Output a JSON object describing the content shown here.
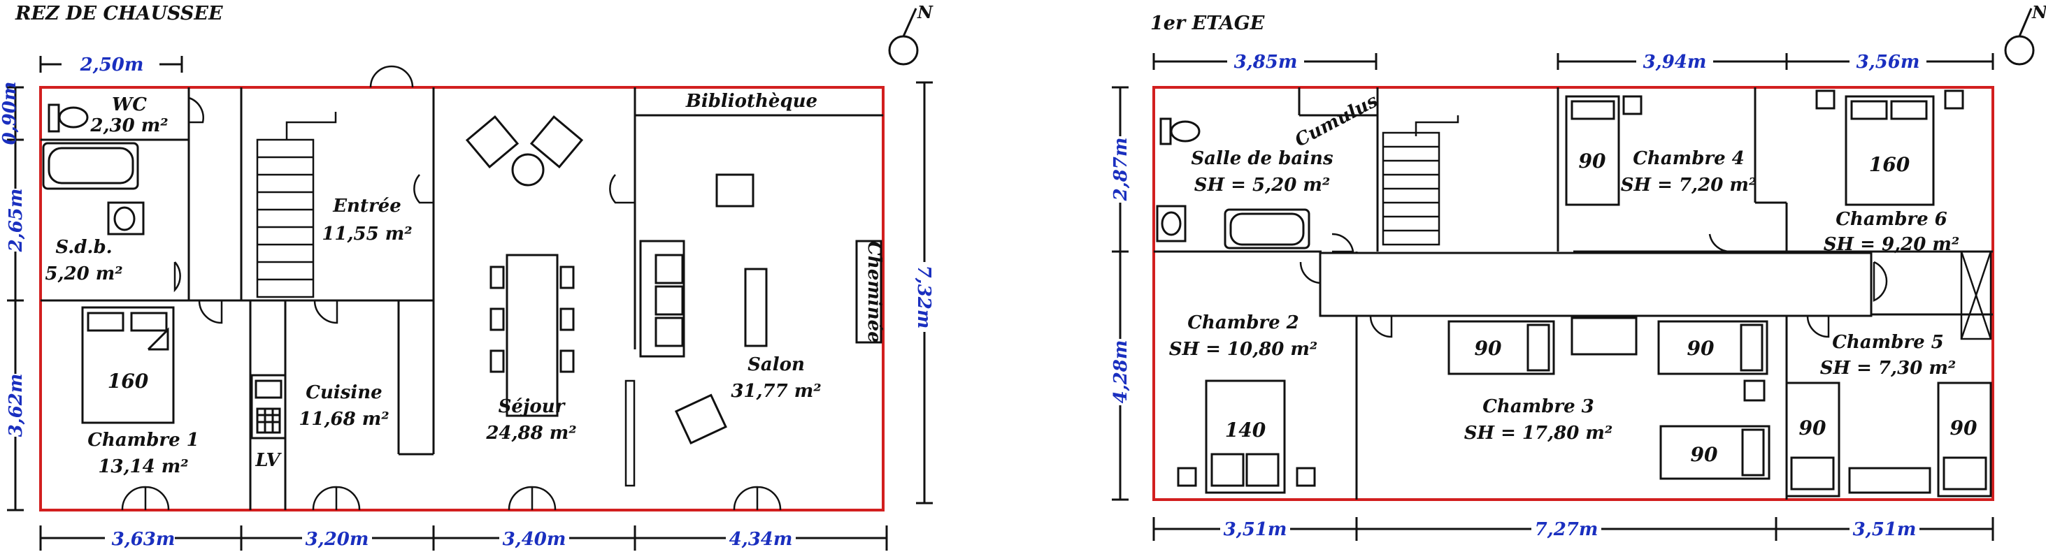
{
  "ground_floor": {
    "title": "REZ DE CHAUSSEE",
    "rooms": {
      "wc_name": "WC",
      "wc_area": "2,30 m²",
      "sdb_name": "S.d.b.",
      "sdb_area": "5,20 m²",
      "entree_name": "Entrée",
      "entree_area": "11,55 m²",
      "bibliotheque": "Bibliothèque",
      "cheminee": "Cheminée",
      "sejour_name": "Séjour",
      "sejour_area": "24,88 m²",
      "salon_name": "Salon",
      "salon_area": "31,77 m²",
      "cuisine_name": "Cuisine",
      "cuisine_area": "11,68 m²",
      "chambre1_name": "Chambre 1",
      "chambre1_area": "13,14 m²",
      "lv": "LV",
      "bed_160": "160"
    },
    "dimensions": {
      "top": "2,50m",
      "left_1": "0,90m",
      "left_2": "2,65m",
      "left_3": "3,62m",
      "right": "7,32m",
      "bottom_1": "3,63m",
      "bottom_2": "3,20m",
      "bottom_3": "3,40m",
      "bottom_4": "4,34m"
    }
  },
  "first_floor": {
    "title": "1er ETAGE",
    "rooms": {
      "cumulus": "Cumulus",
      "sdb_name": "Salle de bains",
      "sdb_area": "SH = 5,20 m²",
      "ch4_name": "Chambre 4",
      "ch4_area": "SH = 7,20 m²",
      "ch6_name": "Chambre 6",
      "ch6_area": "SH = 9,20 m²",
      "ch2_name": "Chambre 2",
      "ch2_area": "SH = 10,80 m²",
      "ch3_name": "Chambre 3",
      "ch3_area": "SH = 17,80 m²",
      "ch5_name": "Chambre 5",
      "ch5_area": "SH = 7,30 m²"
    },
    "beds": {
      "ch4": "90",
      "ch6": "160",
      "ch2": "140",
      "ch3_a": "90",
      "ch3_b": "90",
      "ch3_c": "90",
      "ch5_a": "90",
      "ch5_b": "90"
    },
    "dimensions": {
      "top_1": "3,85m",
      "top_2": "3,94m",
      "top_3": "3,56m",
      "left_1": "2,87m",
      "left_2": "4,28m",
      "bottom_1": "3,51m",
      "bottom_2": "7,27m",
      "bottom_3": "3,51m"
    }
  },
  "north_label": "N",
  "colors": {
    "outer_wall": "#d21f1f",
    "dimension_text": "#1a2fbf",
    "walls": "#111111"
  }
}
